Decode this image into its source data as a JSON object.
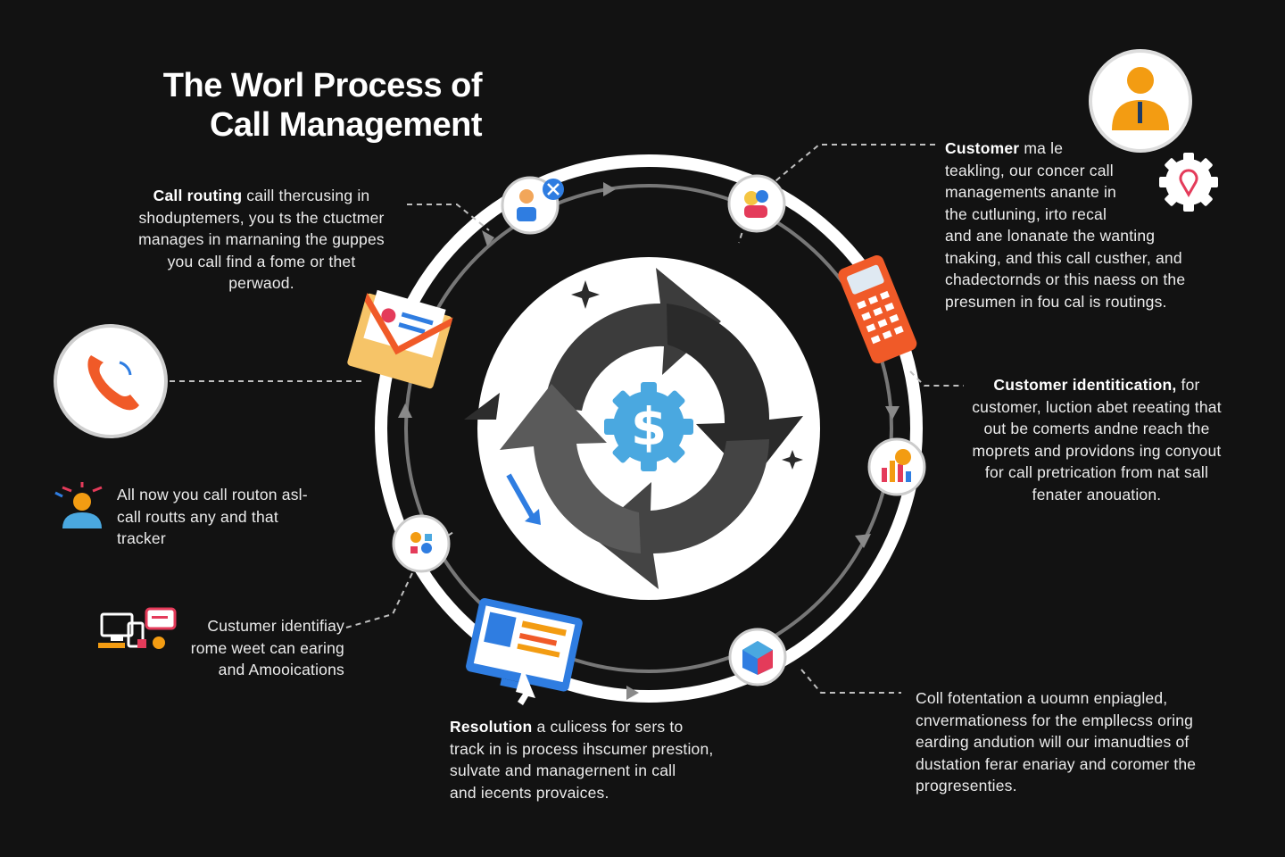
{
  "title": {
    "line1": "The Worl Process of",
    "line2": "Call Management"
  },
  "colors": {
    "background": "#121212",
    "ring": "#ffffff",
    "gear": "#4aa8e0",
    "phone": "#f05a28",
    "accent_orange": "#f39c12"
  },
  "icons": {
    "top_right_badge": "agent-avatar-icon",
    "location_gear": "location-pin-gear-icon",
    "phone_call": "phone-call-icon",
    "center": "dollar-gear-icon"
  },
  "blocks": {
    "routing": {
      "bold": "Call routing",
      "line1_rest": " caill thercusing in",
      "line2": "shoduptemers, you ts the ctuctmer",
      "line3": "manages in marnaning the guppes",
      "line4": "you call find a fome or thet",
      "line5": "perwaod."
    },
    "customer_made": {
      "bold": "Customer",
      "line1_rest": " ma le",
      "line2": "teakling, our concer call",
      "line3": "managements anante in",
      "line4": "the cutluning, irto recal",
      "line5": "and ane lonanate the wanting",
      "line6": "tnaking, and this call custher, and",
      "line7": "chadectornds or this naess on the",
      "line8": "presumen in fou cal is routings."
    },
    "identification": {
      "bold": "Customer identitication,",
      "line1_rest": " for",
      "line2": "customer, luction abet reeating that",
      "line3": "out be comerts andne reach the",
      "line4": "moprets and providons ing conyout",
      "line5": "for call pretrication from nat sall",
      "line6": "fenater anouation."
    },
    "all_now": {
      "line1": "All now you call routon asl-",
      "line2": "call routts any and that",
      "line3": "tracker"
    },
    "custumer": {
      "line1": "Custumer identifiay",
      "line2": "rome weet can earing",
      "line3": "and Amooications"
    },
    "resolution": {
      "bold": "Resolution",
      "line1_rest": " a culicess for sers to",
      "line2": "track in is process ihscumer prestion,",
      "line3": "sulvate and managernent in call",
      "line4": "and iecents provaices."
    },
    "retention": {
      "line1": "Coll fotentation a uoumn enpiagled,",
      "line2": "cnvermationess for the empllecss oring",
      "line3": "earding andution will our imanudties of",
      "line4": "dustation ferar enariay and coromer the",
      "line5": "progresenties."
    }
  }
}
